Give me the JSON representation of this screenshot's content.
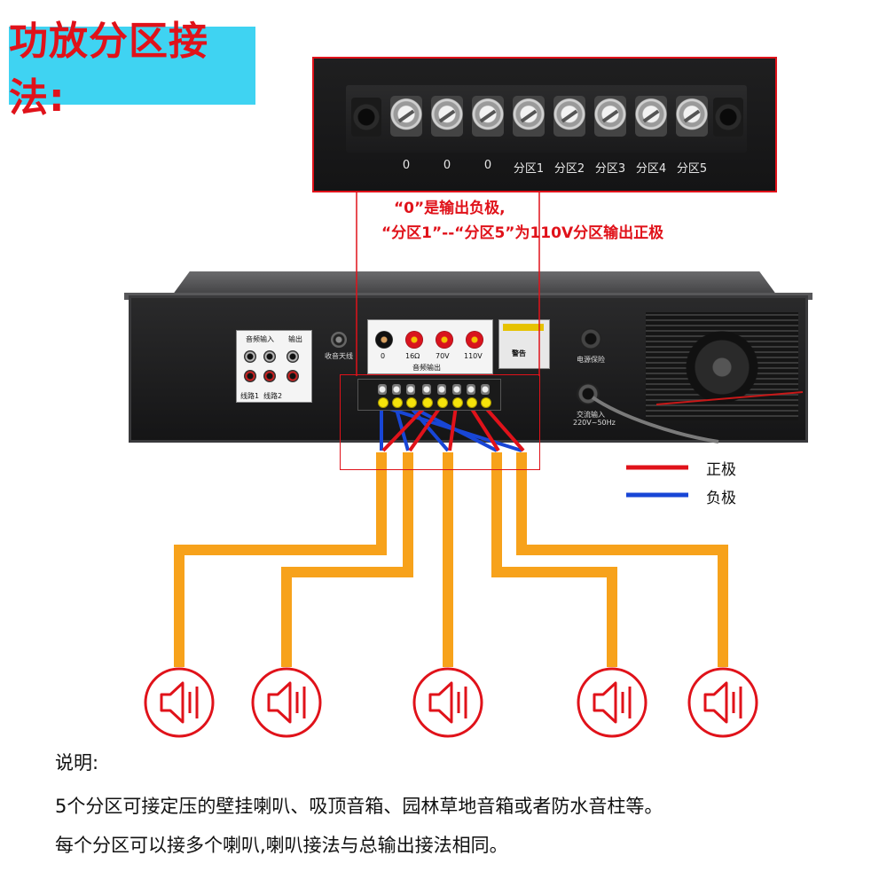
{
  "title": "功放分区接法:",
  "zoom_terminal_labels": [
    "0",
    "0",
    "0",
    "分区1",
    "分区2",
    "分区3",
    "分区4",
    "分区5"
  ],
  "note": {
    "line1": "“0”是输出负极,",
    "line2": "“分区1”--“分区5”为110V分区输出正极"
  },
  "amplifier": {
    "audio_input_label": "音频输入",
    "output_label": "输出",
    "line1_label": "线路1",
    "line2_label": "线路2",
    "antenna_label": "收音天线",
    "post_labels": [
      "0",
      "16Ω",
      "70V",
      "110V"
    ],
    "audio_output_label": "音频输出",
    "warning_label": "警告",
    "power_fuse_label": "电源保险",
    "ac_input_label": "交流输入",
    "ac_input_spec": "220V~50Hz"
  },
  "legend": [
    {
      "label": "正极",
      "color": "#e0121a"
    },
    {
      "label": "负极",
      "color": "#1846d6"
    }
  ],
  "colors": {
    "accent_red": "#e0121a",
    "banner_cyan": "#3fd3f2",
    "wire_orange": "#f7a21b",
    "wire_blue": "#1846d6"
  },
  "speaker_icon": "speaker-icon",
  "speaker_count": 5,
  "description": {
    "heading": "说明:",
    "line1": "5个分区可接定压的壁挂喇叭、吸顶音箱、园林草地音箱或者防水音柱等。",
    "line2": "每个分区可以接多个喇叭,喇叭接法与总输出接法相同。"
  }
}
